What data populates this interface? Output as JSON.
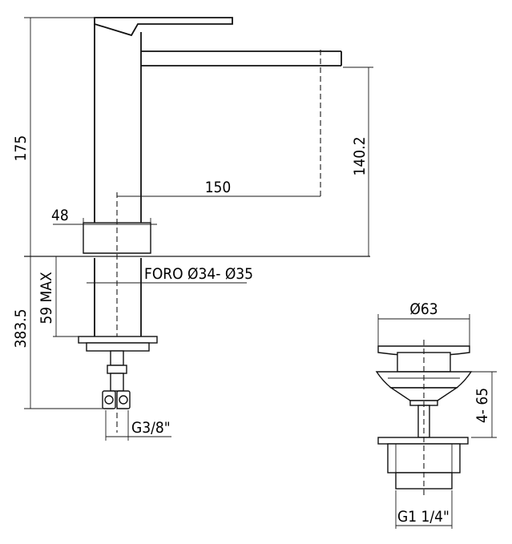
{
  "dimensions": {
    "total_height": "175",
    "spout_height": "140.2",
    "reach": "150",
    "base_width": "48",
    "hole": "FORO Ø34- Ø35",
    "max_thickness": "59 MAX",
    "hose_length": "383.5",
    "connector_thread": "G3/8\"",
    "waste_diameter": "Ø63",
    "waste_range": "4- 65",
    "waste_thread": "G1 1/4\""
  }
}
